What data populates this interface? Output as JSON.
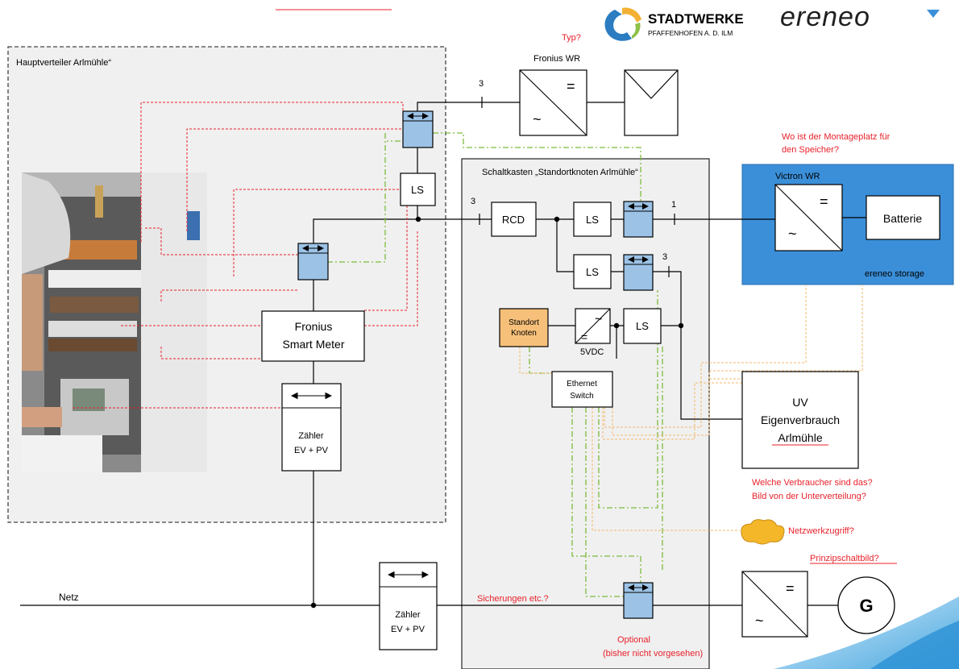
{
  "logos": {
    "stadtwerke_name": "STADTWERKE",
    "stadtwerke_sub": "PFAFFENHOFEN A. D. ILM",
    "ereneo": "ereneo"
  },
  "hauptverteiler": {
    "title": "Hauptverteiler Arlmühle“"
  },
  "fronius_wr": {
    "label": "Fronius WR",
    "question": "Typ?",
    "phase_count": "3"
  },
  "schaltkasten": {
    "title": "Schaltkasten „Standortknoten Arlmühle“"
  },
  "components": {
    "ls": "LS",
    "rcd": "RCD",
    "fronius_smart_meter_line1": "Fronius",
    "fronius_smart_meter_line2": "Smart Meter",
    "zaehler_line1": "Zähler",
    "zaehler_line2": "EV + PV",
    "standort_line1": "Standort",
    "standort_line2": "Knoten",
    "psu_label": "5VDC",
    "ethernet_line1": "Ethernet",
    "ethernet_line2": "Switch",
    "batterie": "Batterie",
    "uv_line1": "UV",
    "uv_line2": "Eigenverbrauch",
    "uv_line3": "Arlmühle",
    "generator": "G",
    "netz": "Netz",
    "eq_symbol": "=",
    "ac_symbol": "~"
  },
  "storage": {
    "victron_label": "Victron WR",
    "storage_label": "ereneo storage",
    "question_line1": "Wo ist der Montageplatz für",
    "question_line2": "den Speicher?"
  },
  "wire_labels": {
    "three_a": "3",
    "three_b": "3",
    "one": "1"
  },
  "annotations": {
    "verbraucher_line1": "Welche Verbraucher sind das?",
    "verbraucher_line2": "Bild von der Unterverteilung?",
    "netzwerkzugriff": "Netzwerkzugriff?",
    "prinzipschaltbild": "Prinzipschaltbild?",
    "sicherungen": "Sicherungen etc.?",
    "optional_line1": "Optional",
    "optional_line2": "(bisher nicht vorgesehen)"
  },
  "colors": {
    "meter_blue": "#9cc3e6",
    "storage_blue": "#3b8fd9",
    "standort_orange": "#f7c07a",
    "annotation_red": "#e8212b",
    "control_green": "#7dbb3c",
    "network_orange": "#f5b76a",
    "panel_gray": "#f0f0f0"
  }
}
